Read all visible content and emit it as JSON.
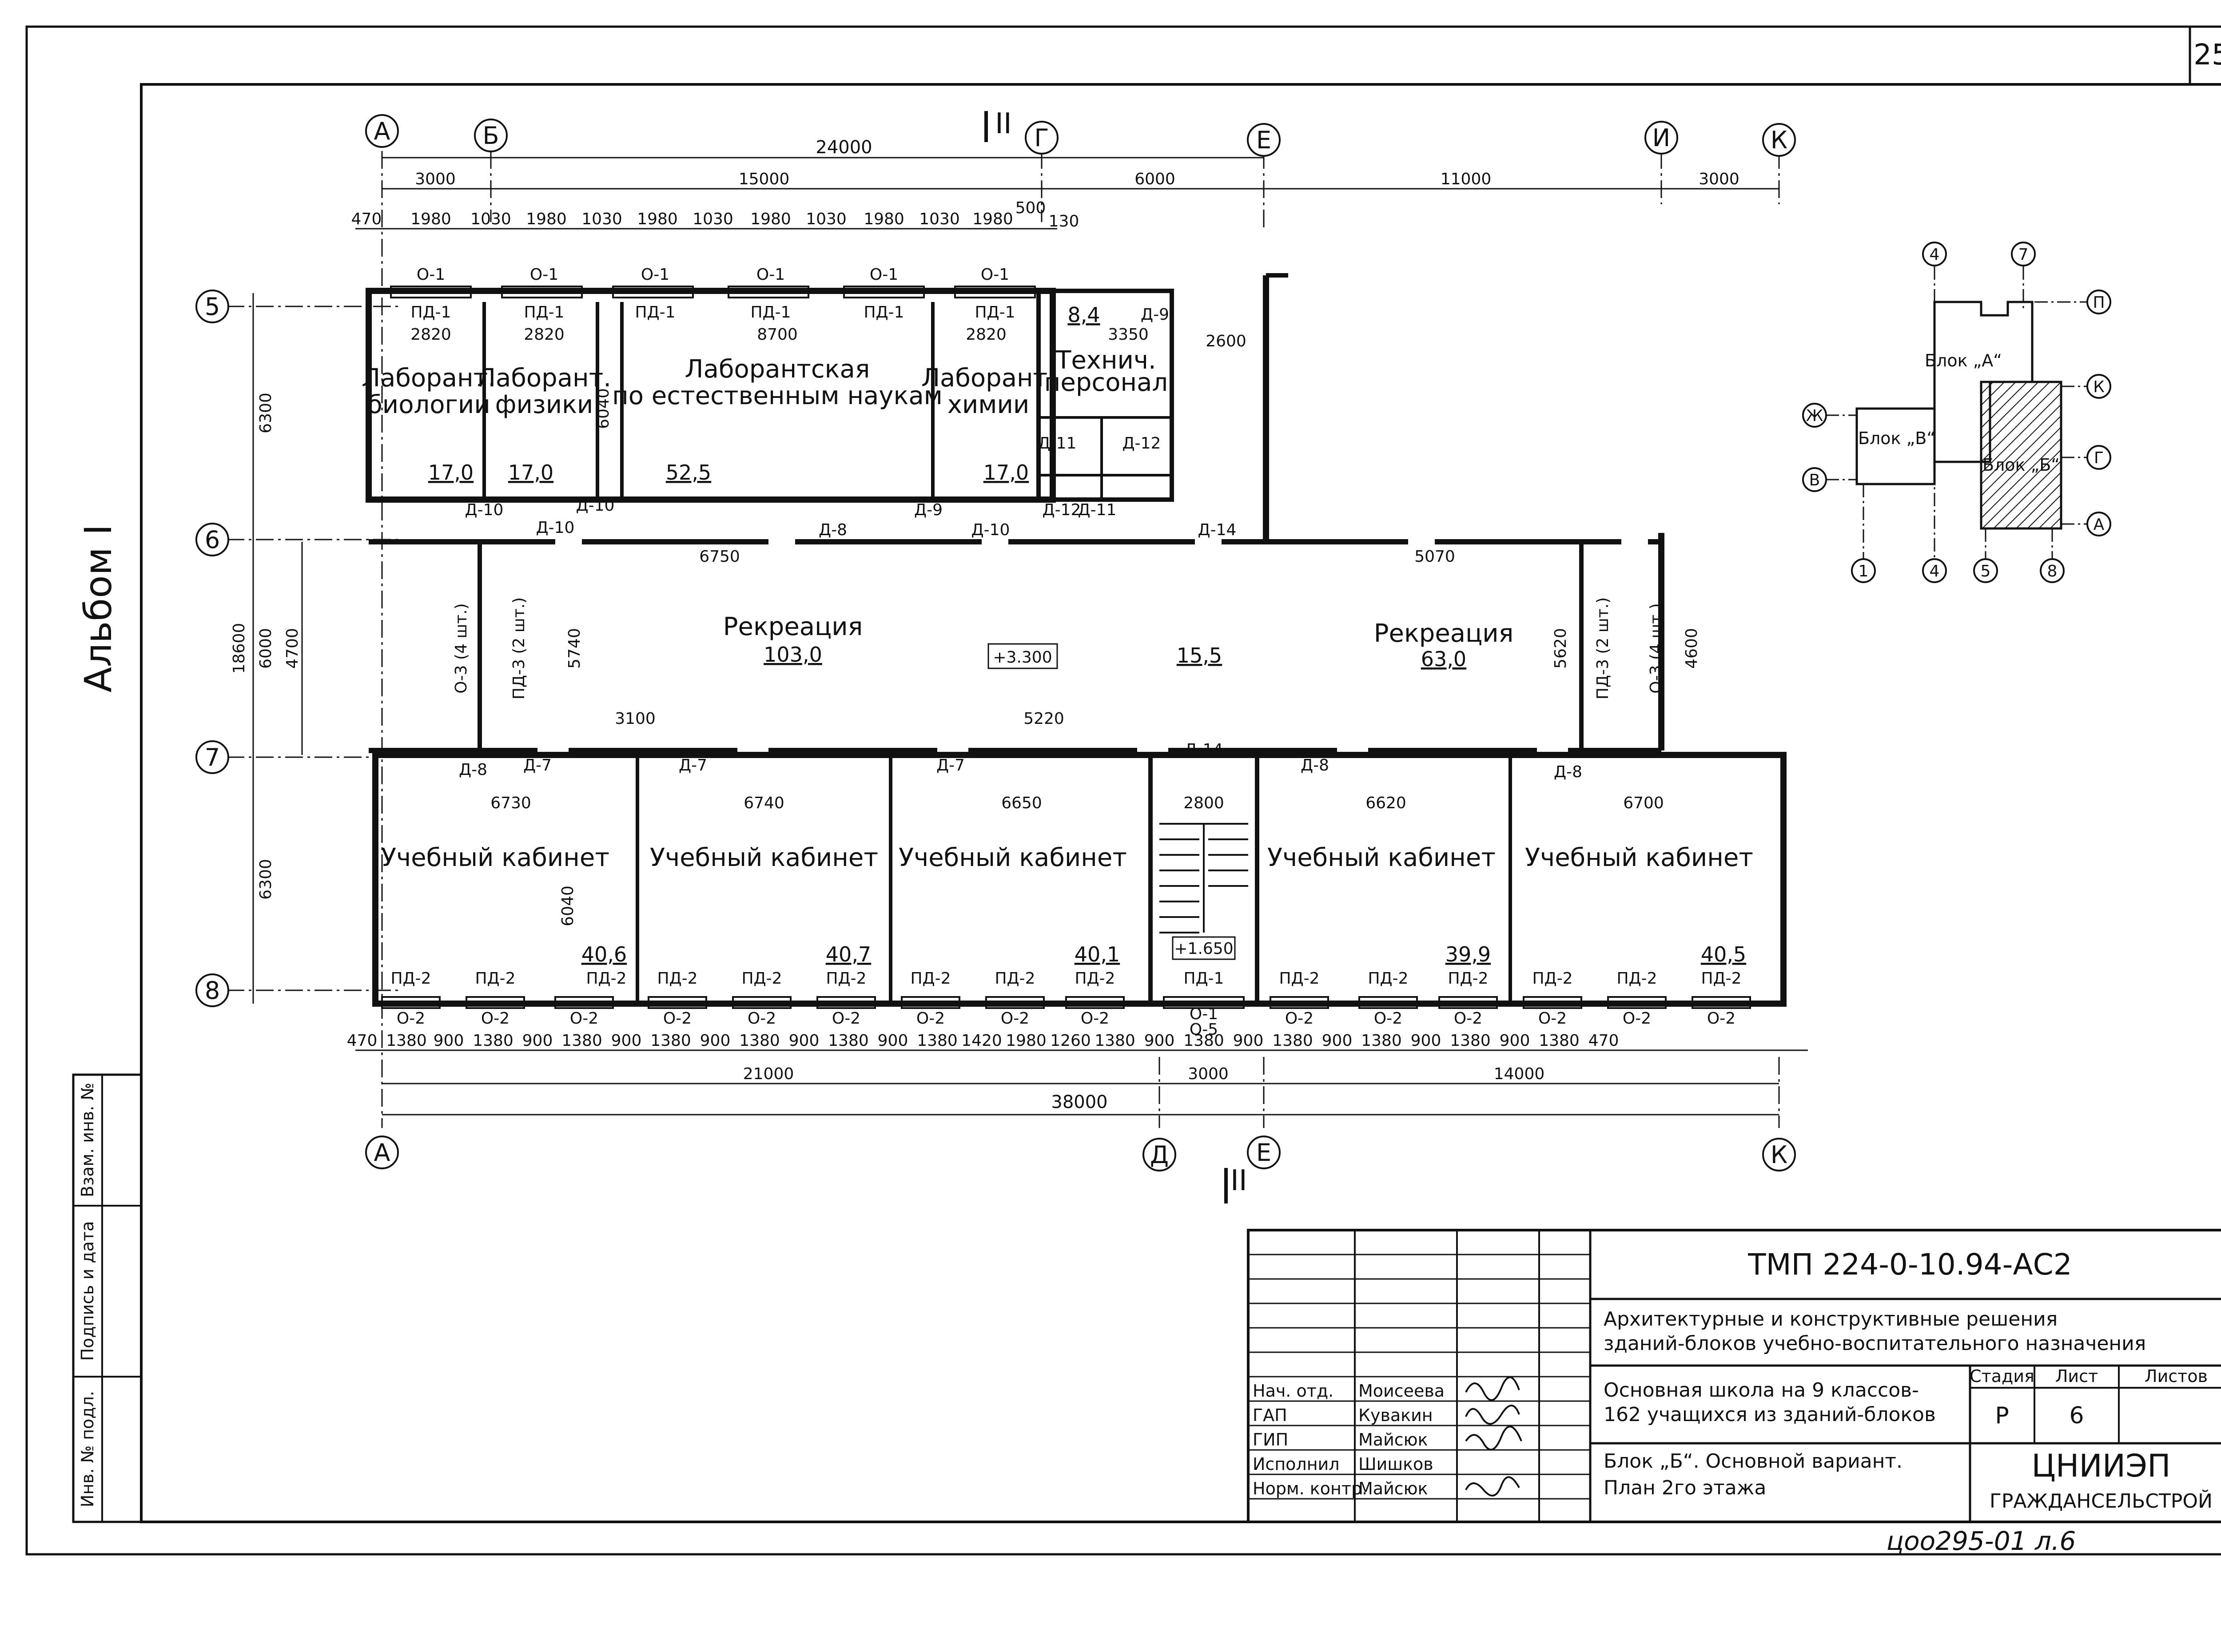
{
  "sheet": {
    "sheet_number": "25",
    "album": "Альбом I",
    "archive_stamp": "цоо295-01 л.6",
    "side_stamp": [
      "Инв. № подл.",
      "Подпись и дата",
      "Взам. инв. №"
    ]
  },
  "plan": {
    "level_mark": "+3.300",
    "stair_mark": "+1.650",
    "stair_area": "15,5",
    "section_mark": "II",
    "rooms": [
      {
        "name": "Лаборант. биологии",
        "area": "17,0"
      },
      {
        "name": "Лаборант. физики",
        "area": "17,0"
      },
      {
        "name": "Лаборантская по естественным наукам",
        "area": "52,5"
      },
      {
        "name": "Лаборант. химии",
        "area": "17,0"
      },
      {
        "name": "Технич. персонал",
        "area": "8,4"
      },
      {
        "name": "Рекреация",
        "area": "103,0"
      },
      {
        "name": "Рекреация",
        "area": "63,0"
      },
      {
        "name": "Учебный кабинет",
        "area": "40,6"
      },
      {
        "name": "Учебный кабинет",
        "area": "40,7"
      },
      {
        "name": "Учебный кабинет",
        "area": "40,1"
      },
      {
        "name": "Учебный кабинет",
        "area": "39,9"
      },
      {
        "name": "Учебный кабинет",
        "area": "40,5"
      }
    ],
    "axes_top": [
      "А",
      "Б",
      "Г",
      "Е",
      "И",
      "К"
    ],
    "axes_bottom": [
      "А",
      "Д",
      "Е",
      "К"
    ],
    "axes_left": [
      "5",
      "6",
      "7",
      "8"
    ],
    "dims_top_overall": "24000",
    "dims_top_spans": [
      "3000",
      "15000",
      "6000",
      "11000",
      "3000"
    ],
    "dims_top_detail": [
      "470",
      "1980",
      "1030",
      "1980",
      "1030",
      "1980",
      "1030",
      "1980",
      "1030",
      "1980",
      "1030",
      "1980",
      "500",
      "130"
    ],
    "dims_bottom_spans": [
      "21000",
      "3000",
      "14000"
    ],
    "dims_bottom_overall": "38000",
    "dims_bottom_detail": [
      "470",
      "1380",
      "900",
      "1380",
      "900",
      "1380",
      "900",
      "1380",
      "900",
      "1380",
      "900",
      "1380",
      "900",
      "1380",
      "1420",
      "1980",
      "1260",
      "1380",
      "900",
      "1380",
      "900",
      "1380",
      "900",
      "1380",
      "900",
      "1380",
      "900",
      "1380",
      "470"
    ],
    "dims_left": [
      "6300",
      "6000",
      "6300",
      "18600",
      "4700"
    ],
    "dims_rooms": [
      "2820",
      "2820",
      "8700",
      "2820",
      "3350",
      "2600",
      "6750",
      "5070",
      "3100",
      "5220",
      "6730",
      "6740",
      "6650",
      "2800",
      "6620",
      "6700",
      "5740",
      "6040",
      "6040",
      "5620",
      "4600"
    ],
    "window_marks_top": [
      "О-1",
      "О-1",
      "О-1",
      "О-1",
      "О-1",
      "О-1"
    ],
    "sill_marks_top": [
      "ПД-1",
      "ПД-1",
      "ПД-1",
      "ПД-1",
      "ПД-1",
      "ПД-1"
    ],
    "window_marks_bottom": [
      "О-2",
      "О-2",
      "О-2",
      "О-2",
      "О-2",
      "О-2",
      "О-2",
      "О-2",
      "О-2",
      "О-2",
      "О-2",
      "О-2",
      "О-2",
      "О-2",
      "О-2",
      "О-1",
      "О-5"
    ],
    "sill_marks_bottom": [
      "ПД-2",
      "ПД-2",
      "ПД-2",
      "ПД-2",
      "ПД-2",
      "ПД-2",
      "ПД-2",
      "ПД-2",
      "ПД-2",
      "ПД-2",
      "ПД-2",
      "ПД-2",
      "ПД-2",
      "ПД-2",
      "ПД-2",
      "ПД-1"
    ],
    "door_marks": [
      "Д-10",
      "Д-10",
      "Д-10",
      "Д-8",
      "Д-9",
      "Д-10",
      "Д-11",
      "Д-12",
      "Д-14",
      "Д-9",
      "Д-7",
      "Д-7",
      "Д-7",
      "Д-14",
      "Д-8",
      "Д-8",
      "Д-12",
      "Д-11",
      "Д-8"
    ],
    "partition_marks": [
      "О-3 (4 шт.)",
      "ПД-3 (2 шт.)",
      "ПД-3 (2 шт.)",
      "О-3 (4 шт.)"
    ]
  },
  "key_plan": {
    "blocks": [
      "Блок „А“",
      "Блок „Б“",
      "Блок „В“"
    ],
    "axes": [
      "4",
      "7",
      "П",
      "К",
      "Ж",
      "Г",
      "В",
      "А",
      "1",
      "4",
      "5",
      "8"
    ]
  },
  "title_block": {
    "code": "ТМП 224-0-10.94-АС2",
    "subject": "Архитектурные и конструктивные решения зданий-блоков учебно-воспитательного назначения",
    "project": "Основная школа на 9 классов-162 учащихся из зданий-блоков",
    "sheet_title": "Блок „Б“. Основной вариант. План 2го этажа",
    "org1": "ЦНИИЭП",
    "org2": "ГРАЖДАНСЕЛЬСТРОЙ",
    "stage_header": "Стадия",
    "sheet_header": "Лист",
    "sheets_header": "Листов",
    "stage": "Р",
    "sheet": "6",
    "signers": [
      {
        "role": "Нач. отд.",
        "name": "Моисеева"
      },
      {
        "role": "ГАП",
        "name": "Кувакин"
      },
      {
        "role": "ГИП",
        "name": "Майсюк"
      },
      {
        "role": "Исполнил",
        "name": "Шишков"
      },
      {
        "role": "Норм. контр.",
        "name": "Майсюк"
      }
    ]
  }
}
